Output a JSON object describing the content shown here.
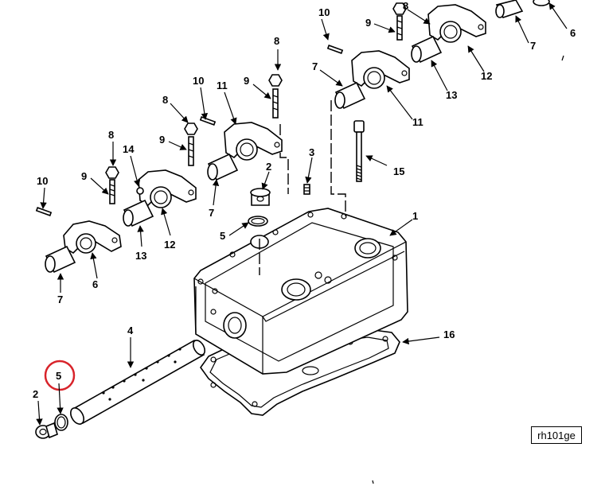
{
  "callouts": {
    "c1": "1",
    "c2a": "2",
    "c2b": "2",
    "c3": "3",
    "c4": "4",
    "c5a": "5",
    "c5b": "5",
    "c6a": "6",
    "c6b": "6",
    "c7a": "7",
    "c7b": "7",
    "c7c": "7",
    "c7d": "7",
    "c8a": "8",
    "c8b": "8",
    "c8c": "8",
    "c9a": "9",
    "c9b": "9",
    "c9c": "9",
    "c9d": "9",
    "c10a": "10",
    "c10b": "10",
    "c10c": "10",
    "c11a": "11",
    "c11b": "11",
    "c12a": "12",
    "c12b": "12",
    "c13a": "13",
    "c13b": "13",
    "c14": "14",
    "c15": "15",
    "c16": "16"
  },
  "reference": "rh101ge",
  "highlight_color": "#d8232a"
}
